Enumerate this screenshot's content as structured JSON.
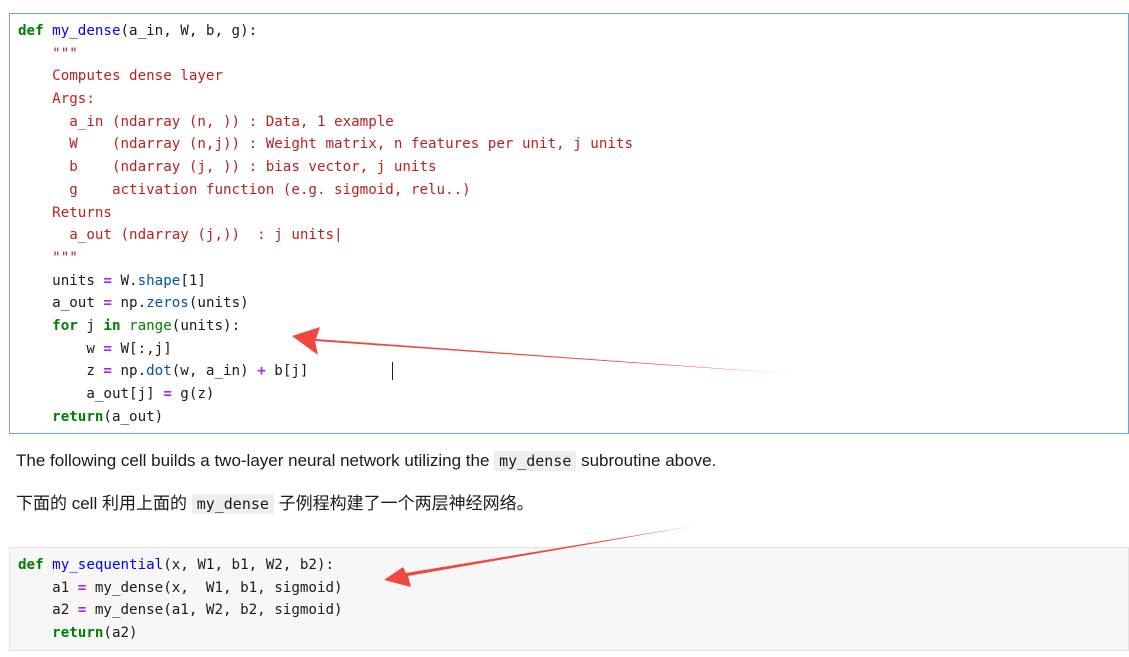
{
  "cell1": {
    "lines": {
      "l1": {
        "kw": "def",
        "fn": "my_dense",
        "rest": "(a_in, W, b, g):"
      },
      "l2": {
        "doc": "    \"\"\""
      },
      "l3": {
        "doc": "    Computes dense layer"
      },
      "l4": {
        "doc": "    Args:"
      },
      "l5": {
        "doc": "      a_in (ndarray (n, )) : Data, 1 example"
      },
      "l6": {
        "doc": "      W    (ndarray (n,j)) : Weight matrix, n features per unit, j units"
      },
      "l7": {
        "doc": "      b    (ndarray (j, )) : bias vector, j units"
      },
      "l8": {
        "doc": "      g    activation function (e.g. sigmoid, relu..)"
      },
      "l9": {
        "doc": "    Returns"
      },
      "l10": {
        "doc": "      a_out (ndarray (j,))  : j units|"
      },
      "l11": {
        "doc": "    \"\"\""
      },
      "l12": {
        "a": "    units ",
        "op": "=",
        "b": " W.",
        "attr": "shape",
        "c": "[1]"
      },
      "l13": {
        "a": "    a_out ",
        "op": "=",
        "b": " np.",
        "attr": "zeros",
        "c": "(units)"
      },
      "l14": {
        "kw1": "for",
        "a": " j ",
        "kw2": "in",
        "sp": " ",
        "bi": "range",
        "c": "(units):"
      },
      "l15": {
        "a": "        w ",
        "op": "=",
        "c": " W[:,j]"
      },
      "l16": {
        "a": "        z ",
        "op": "=",
        "b": " np.",
        "attr": "dot",
        "c": "(w, a_in) ",
        "op2": "+",
        "d": " b[j]"
      },
      "l17": {
        "a": "        a_out[j] ",
        "op": "=",
        "c": " g(z)"
      },
      "l18": {
        "kw": "return",
        "c": "(a_out)"
      }
    }
  },
  "markdown": {
    "p1_before": "The following cell builds a two-layer neural network utilizing the ",
    "p1_code": "my_dense",
    "p1_after": " subroutine above.",
    "p2_before": "下面的 cell 利用上面的 ",
    "p2_code": "my_dense",
    "p2_after": " 子例程构建了一个两层神经网络。"
  },
  "cell2": {
    "lines": {
      "l1": {
        "kw": "def",
        "fn": "my_sequential",
        "rest": "(x, W1, b1, W2, b2):"
      },
      "l2": {
        "a": "    a1 ",
        "op": "=",
        "c": " my_dense(x,  W1, b1, sigmoid)"
      },
      "l3": {
        "a": "    a2 ",
        "op": "=",
        "c": " my_dense(a1, W2, b2, sigmoid)"
      },
      "l4": {
        "kw": "return",
        "c": "(a2)"
      }
    }
  },
  "colors": {
    "arrow": "#f0473f",
    "keyword": "#008000",
    "function": "#0000ff",
    "docstring": "#ba2121",
    "operator": "#aa22ff",
    "selected_border": "#6ea4d8"
  }
}
